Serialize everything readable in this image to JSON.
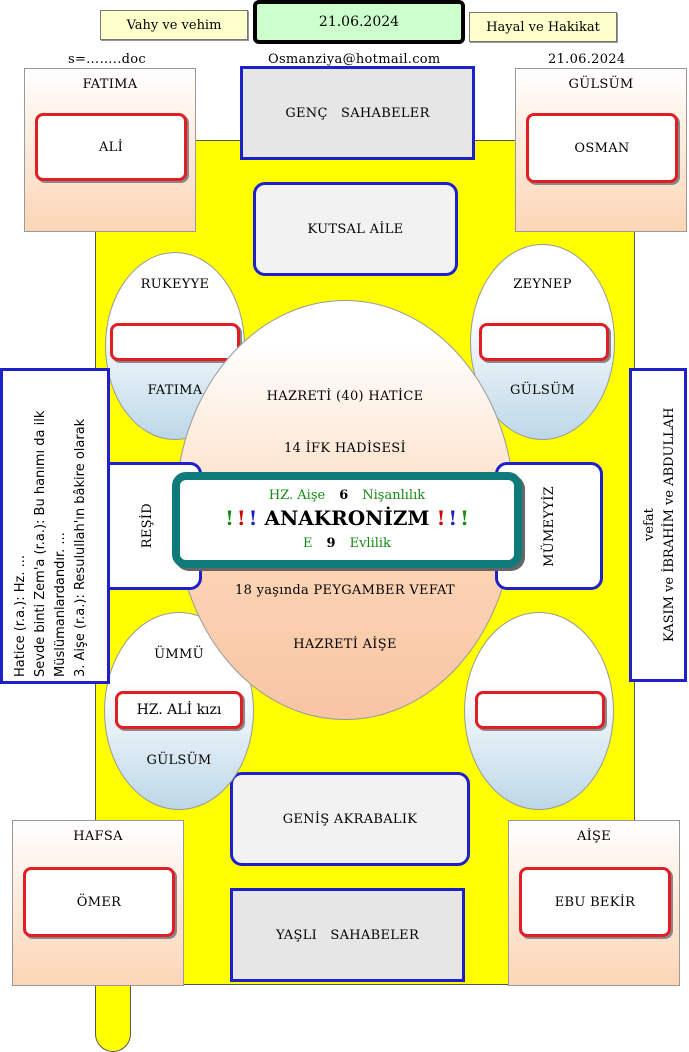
{
  "header": {
    "left_banner": "Vahy ve vehim",
    "date_main": "21.06.2024",
    "right_banner": "Hayal ve Hakikat",
    "file_label": "s=……..doc",
    "email": "Osmanziya@hotmail.com",
    "date_small": "21.06.2024"
  },
  "corners": {
    "top_left": {
      "title": "FATIMA",
      "name": "ALİ"
    },
    "top_right": {
      "title": "GÜLSÜM",
      "name": "OSMAN"
    },
    "bottom_left": {
      "title": "HAFSA",
      "name": "ÖMER"
    },
    "bottom_right": {
      "title": "AİŞE",
      "name": "EBU BEKİR"
    }
  },
  "groups": {
    "young": "GENÇ   SAHABELER",
    "holy_family": "KUTSAL AİLE",
    "wide_kin": "GENİŞ AKRABALIK",
    "old": "YAŞLI   SAHABELER"
  },
  "ovals": {
    "top_left": {
      "top": "RUKEYYE",
      "bottom": "FATIMA"
    },
    "top_right": {
      "top": "ZEYNEP",
      "bottom": "GÜLSÜM"
    },
    "bottom_left": {
      "top": "ÜMMÜ",
      "box": "HZ. ALİ kızı",
      "bottom": "GÜLSÜM"
    }
  },
  "center": {
    "line1": "HAZRETİ (40) HATİCE",
    "line2": "14 İFK HADİSESİ",
    "line3": "18 yaşında  PEYGAMBER VEFAT",
    "line4": "HAZRETİ AİŞE",
    "title_top_left": "HZ. Aişe",
    "title_top_num": "6",
    "title_top_right": "Nişanlılık",
    "marks_left": [
      "!",
      "!",
      "!"
    ],
    "title": "ANAKRONİZM",
    "marks_right": [
      "!",
      "!",
      "!"
    ],
    "title_bottom_left": "E",
    "title_bottom_num": "9",
    "title_bottom_right": "Evlilik"
  },
  "chairs": {
    "left": "REŞİD",
    "right": "MÜMEYYİZ"
  },
  "side_notes": {
    "left_lines": [
      "Hatice (r.a.): Hz. ...",
      "Sevde binti Zem'a (r.a.): Bu hanımı da ilk",
      "Müslümanlardandır. ...",
      "3. Aişe (r.a.): Resulullah'ın bâkire olarak"
    ],
    "right_top": "vefat",
    "right_bottom": "KASIM ve İBRAHİM ve ABDULLAH"
  },
  "colors": {
    "table": "#ffff00",
    "blue_border": "#1f1fcc",
    "red_border": "#e01e24",
    "teal_border": "#0f7a7a",
    "mark_red": "#d00000",
    "mark_blue": "#1f1fcc",
    "mark_green": "#138a13"
  }
}
